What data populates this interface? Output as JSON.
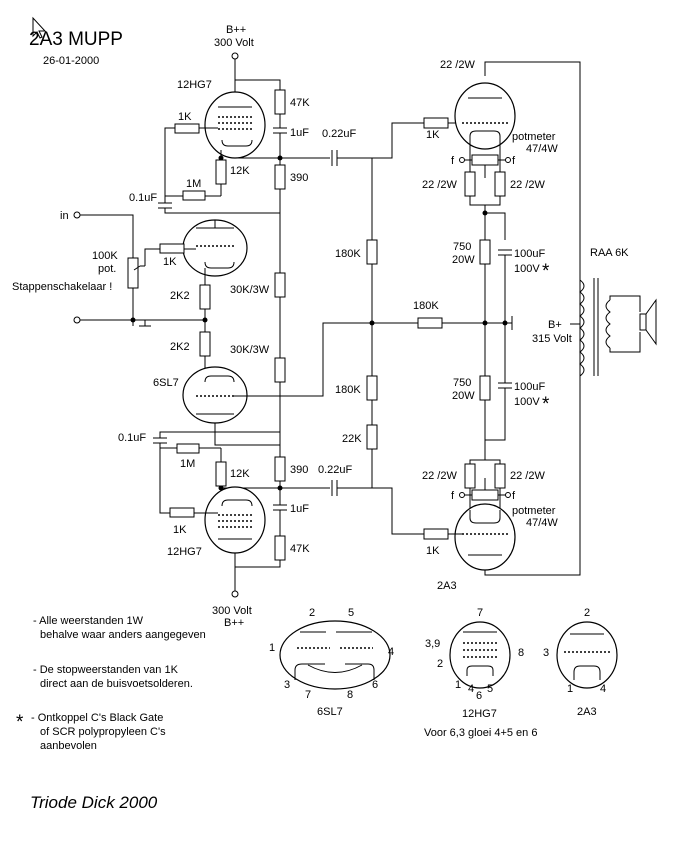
{
  "header": {
    "title": "2A3 MUPP",
    "date": "26-01-2000"
  },
  "labels": {
    "bpp": "B++",
    "volt300": "300 Volt",
    "tube_top": "12HG7",
    "tube_bottom": "12HG7",
    "tube_mid": "6SL7",
    "tube_out": "2A3",
    "r47k_a": "47K",
    "r47k_b": "47K",
    "r1k_a": "1K",
    "r1k_b": "1K",
    "r1k_c": "1K",
    "r1k_d": "1K",
    "r1k_e": "1K",
    "c1uf_a": "1uF",
    "c1uf_b": "1uF",
    "c022_a": "0.22uF",
    "c022_b": "0.22uF",
    "c01_a": "0.1uF",
    "c01_b": "0.1uF",
    "r1m_a": "1M",
    "r1m_b": "1M",
    "r12k_a": "12K",
    "r12k_b": "12K",
    "r390_a": "390",
    "r390_b": "390",
    "in": "in",
    "pot": "100K\npot.",
    "stappen": "Stappenschakelaar !",
    "r2k2_a": "2K2",
    "r2k2_b": "2K2",
    "r30k_a": "30K/3W",
    "r30k_b": "30K/3W",
    "r180k_a": "180K",
    "r180k_b": "180K",
    "r180k_c": "180K",
    "r22k": "22K",
    "r22_2w_a": "22 /2W",
    "r22_2w_b": "22 /2W",
    "r22_2w_c": "22 /2W",
    "r22_2w_d": "22 /2W",
    "r22_2w_e": "22 /2W",
    "potmeter_a": "potmeter",
    "potmeter_b": "potmeter",
    "pot474_a": "47/4W",
    "pot474_b": "47/4W",
    "f": "f",
    "r750_a": "750",
    "r750_b": "750",
    "w20_a": "20W",
    "w20_b": "20W",
    "c100_a": "100uF",
    "c100_b": "100uF",
    "v100_a": "100V",
    "v100_b": "100V",
    "star": "*",
    "raa": "RAA 6K",
    "bplus": "B+",
    "volt315": "315 Volt"
  },
  "pinouts": {
    "sl7": {
      "name": "6SL7",
      "pins": [
        "1",
        "2",
        "3",
        "4",
        "5",
        "6",
        "7",
        "8"
      ]
    },
    "hg7": {
      "name": "12HG7",
      "pins": [
        "7",
        "3,9",
        "2",
        "8",
        "1",
        "4",
        "5",
        "6"
      ],
      "note": "Voor 6,3 gloei 4+5 en 6"
    },
    "a3": {
      "name": "2A3",
      "pins": [
        "2",
        "3",
        "1",
        "4"
      ]
    }
  },
  "notes": {
    "n1a": "- Alle weerstanden 1W",
    "n1b": "behalve waar anders aangegeven",
    "n2a": "- De stopweerstanden van 1K",
    "n2b": "direct aan de buisvoetsolderen.",
    "n3_star": "*",
    "n3a": "- Ontkoppel C's Black Gate",
    "n3b": "of SCR polypropyleen C's",
    "n3c": "aanbevolen"
  },
  "signature": "Triode Dick 2000"
}
